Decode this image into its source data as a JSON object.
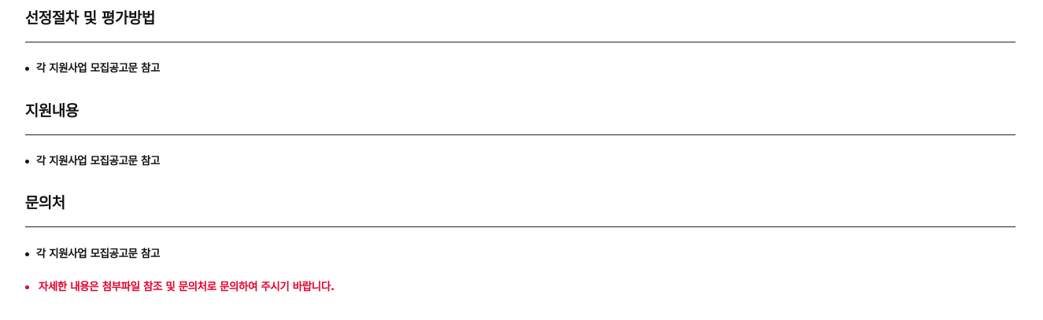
{
  "sections": [
    {
      "title": "선정절차 및 평가방법",
      "items": [
        "각 지원사업 모집공고문 참고"
      ]
    },
    {
      "title": "지원내용",
      "items": [
        "각 지원사업 모집공고문 참고"
      ]
    },
    {
      "title": "문의처",
      "items": [
        "각 지원사업 모집공고문 참고"
      ]
    }
  ],
  "notice": "자세한 내용은 첨부파일 참조 및 문의처로 문의하여 주시기 바랍니다.",
  "colors": {
    "notice": "#e4002b",
    "text": "#111111"
  }
}
